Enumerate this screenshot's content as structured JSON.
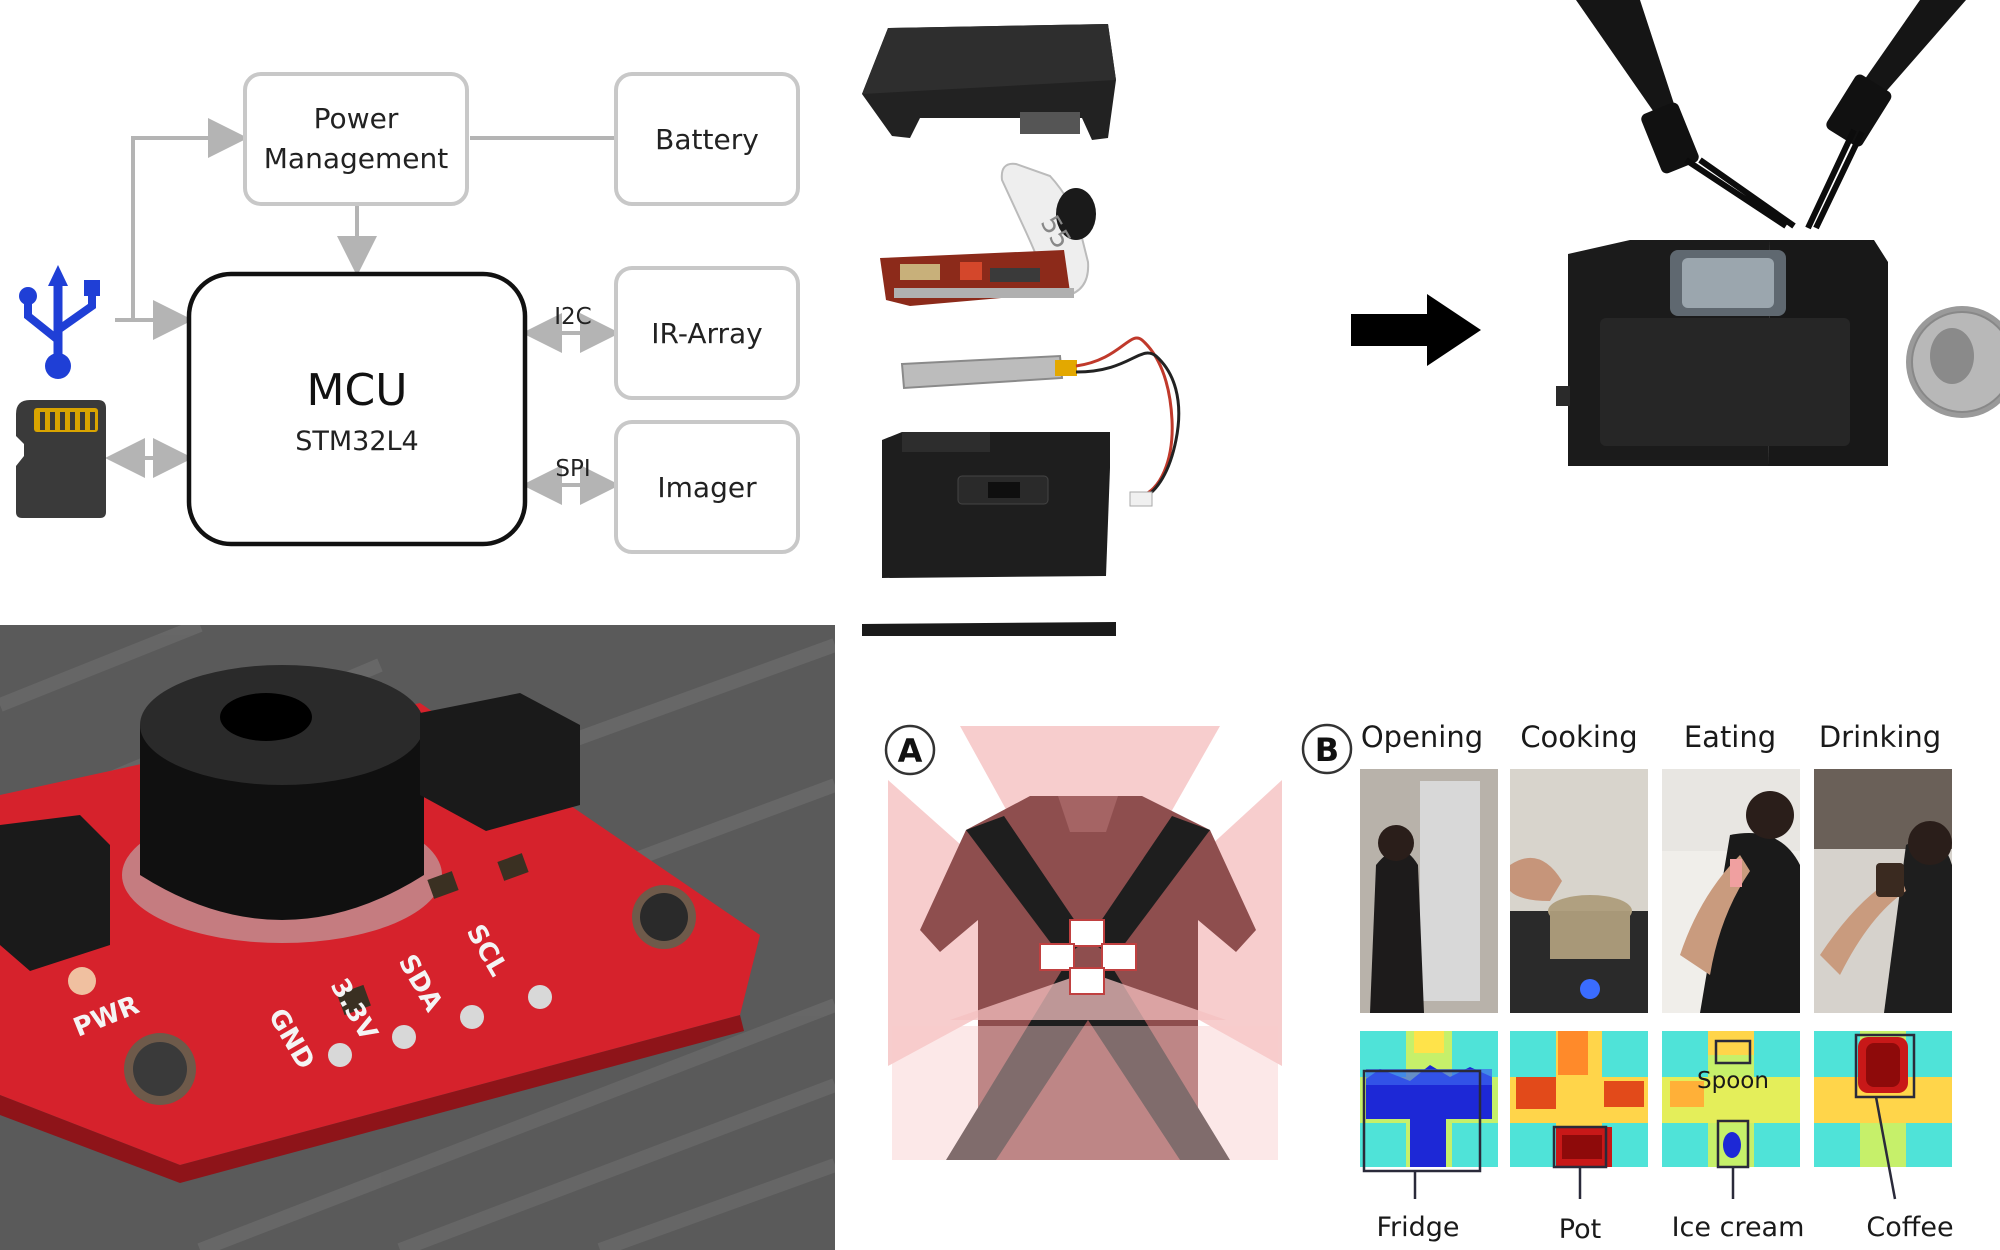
{
  "block_diagram": {
    "power_management": "Power\nManagement",
    "power_line1": "Power",
    "power_line2": "Management",
    "battery": "Battery",
    "mcu": "MCU",
    "mcu_model": "STM32L4",
    "ir_array": "IR-Array",
    "imager": "Imager",
    "i2c": "I2C",
    "spi": "SPI",
    "colors": {
      "box_stroke": "#c8c8c8",
      "mcu_stroke": "#111111",
      "arrow": "#b4b4b4",
      "usb": "#1f3fd6"
    }
  },
  "exploded_view": {
    "part_number": "55"
  },
  "thermal_board": {
    "silkscreen": [
      "PWR",
      "GND",
      "3.3V",
      "SDA",
      "SCL"
    ]
  },
  "panel_a": {
    "label": "A"
  },
  "panel_b": {
    "label": "B",
    "activities": [
      "Opening",
      "Cooking",
      "Eating",
      "Drinking"
    ],
    "objects": [
      "Fridge",
      "Pot",
      "Spoon",
      "Ice cream",
      "Coffee"
    ]
  }
}
